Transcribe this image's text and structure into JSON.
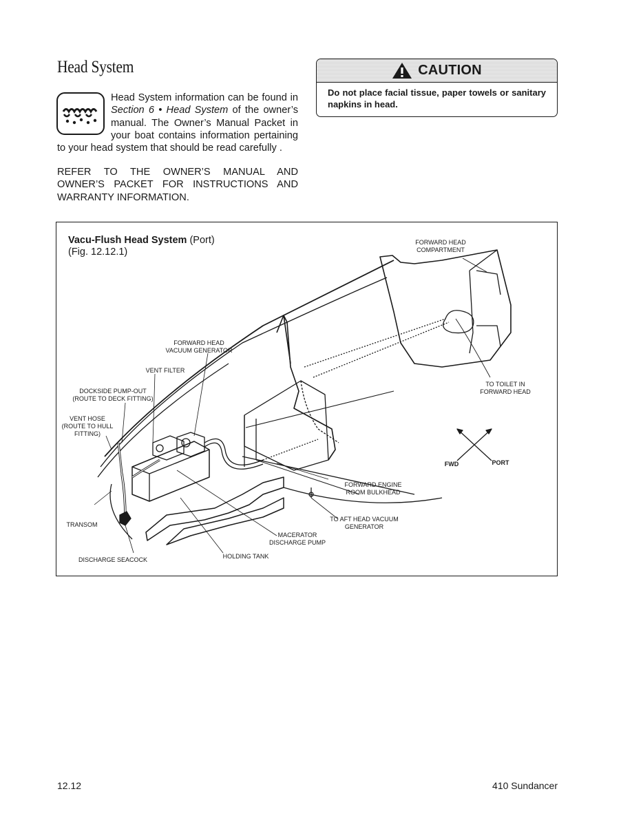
{
  "section": {
    "title": "Head System"
  },
  "intro": {
    "p1_a": "Head System information can be found in ",
    "p1_italic": "Section 6 • Head System",
    "p1_b": " of the owner’s manual. The Owner’s Manual Packet in your boat contains information pertaining to your head system that should be read carefully .",
    "p2": "REFER TO THE OWNER’S MANUAL AND OWNER’S PACKET FOR INSTRUCTIONS AND WARRANTY INFORMATION."
  },
  "caution": {
    "title": "CAUTION",
    "text": "Do not place facial tissue, paper towels or sanitary napkins in head."
  },
  "figure": {
    "title_bold": "Vacu-Flush Head System",
    "title_rest": " (Port)",
    "figure_number": "(Fig. 12.12.1)",
    "labels": {
      "forward_head_compartment": [
        "FORWARD HEAD",
        "COMPARTMENT"
      ],
      "forward_head_vacuum_generator": [
        "FORWARD HEAD",
        "VACUUM GENERATOR"
      ],
      "vent_filter": [
        "VENT FILTER"
      ],
      "dockside_pump_out": [
        "DOCKSIDE PUMP-OUT",
        "(ROUTE TO DECK FITTING)"
      ],
      "vent_hose": [
        "VENT HOSE",
        "(ROUTE TO HULL",
        "FITTING)"
      ],
      "to_toilet": [
        "TO TOILET IN",
        "FORWARD HEAD"
      ],
      "fwd": [
        "FWD"
      ],
      "port": [
        "PORT"
      ],
      "forward_engine_room_bulkhead": [
        "FORWARD ENGINE",
        "ROOM BULKHEAD"
      ],
      "to_aft_head": [
        "TO AFT HEAD VACUUM",
        "GENERATOR"
      ],
      "transom": [
        "TRANSOM"
      ],
      "macerator": [
        "MACERATOR",
        "DISCHARGE PUMP"
      ],
      "holding_tank": [
        "HOLDING TANK"
      ],
      "discharge_seacock": [
        "DISCHARGE SEACOCK"
      ]
    }
  },
  "footer": {
    "page_number": "12.12",
    "model": "410 Sundancer"
  },
  "icons": {
    "head": "toilet-water-icon",
    "warning": "warning-triangle-icon"
  }
}
